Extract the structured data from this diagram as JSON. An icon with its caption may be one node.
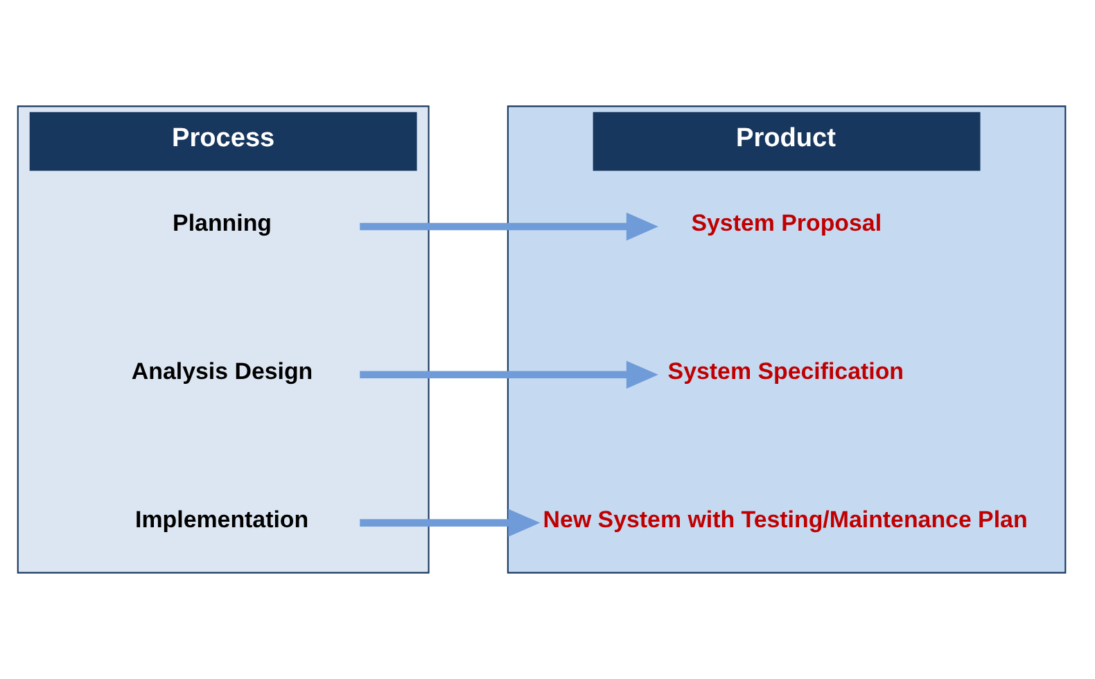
{
  "diagram": {
    "nodes": [
      {
        "text": [
          "Process"
        ]
      },
      {
        "text": [
          "Planning"
        ],
        "in": 0
      },
      {
        "text": [
          "Analysis Design"
        ],
        "in": 0
      },
      {
        "text": [
          "Implementation"
        ],
        "in": 0
      },
      {
        "text": [
          "Product"
        ]
      },
      {
        "text": [
          "System Proposal"
        ],
        "in": 4
      },
      {
        "text": [
          "System Specification"
        ],
        "in": 4
      },
      {
        "text": [
          "New System with Testing/Maintenance Plan"
        ],
        "in": 4
      }
    ],
    "edges": [
      {
        "from": 1,
        "to": 5,
        "arrow": "to"
      },
      {
        "from": 2,
        "to": 6,
        "arrow": "to"
      },
      {
        "from": 3,
        "to": 7,
        "arrow": "to"
      }
    ]
  }
}
